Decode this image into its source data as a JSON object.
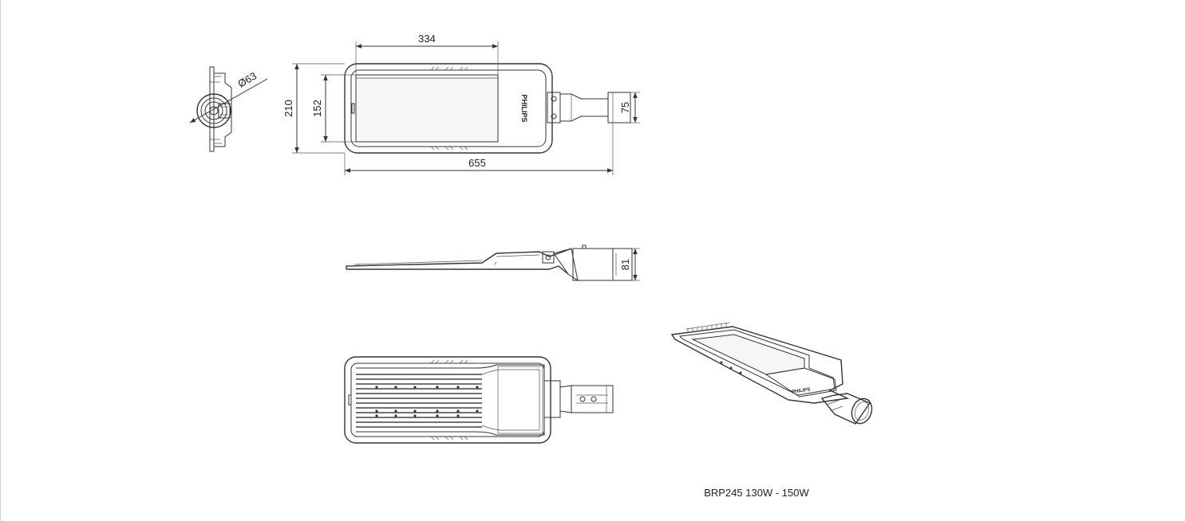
{
  "dimensions": {
    "led_panel_width": "334",
    "overall_width_top": "210",
    "led_panel_height": "152",
    "spigot_height_top": "75",
    "overall_length": "655",
    "spigot_diameter": "Ø63",
    "side_height": "81"
  },
  "brand_mark": "PHILIPS",
  "caption": "BRP245 130W - 150W",
  "colors": {
    "line": "#333333",
    "panel_fill": "#f6f6f6",
    "background": "#ffffff"
  }
}
